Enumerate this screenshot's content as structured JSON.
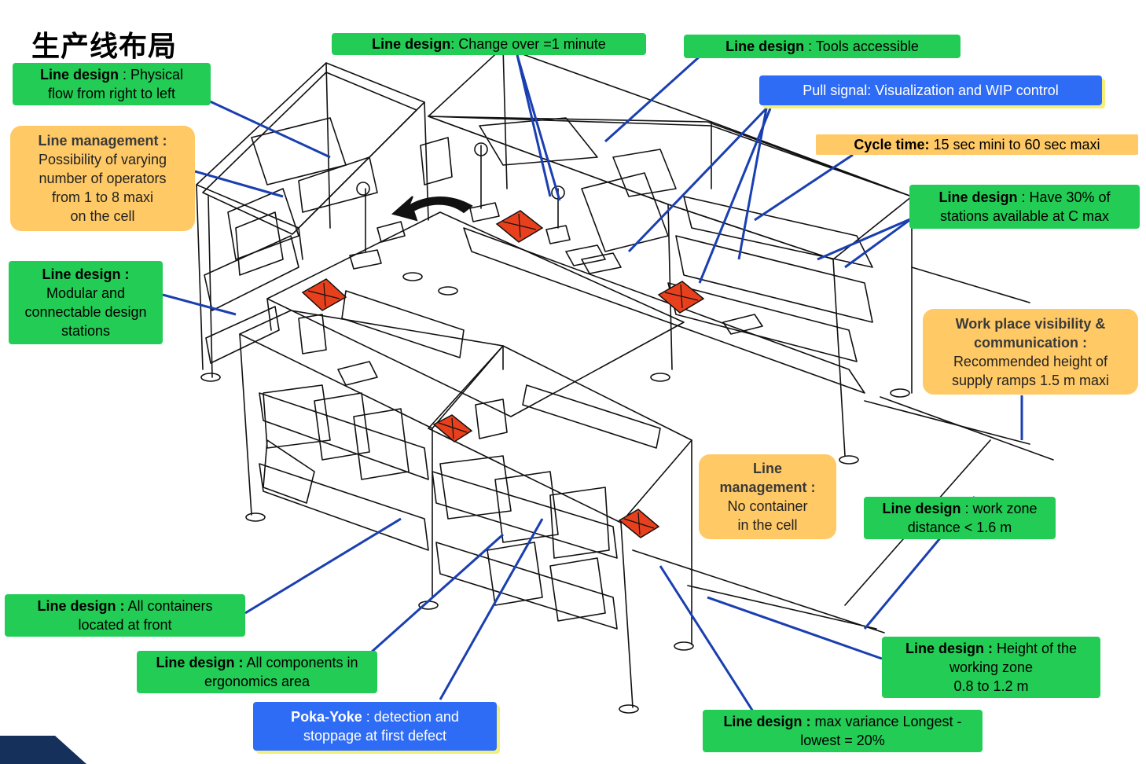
{
  "page_title": "生产线布局",
  "labels": {
    "physical_flow": {
      "bold": "Line design",
      "rest": " : Physical",
      "line2": "flow from right to left"
    },
    "change_over": {
      "bold": "Line design",
      "rest": ": Change over =1 minute"
    },
    "tools_accessible": {
      "bold": "Line design",
      "rest": " : Tools accessible"
    },
    "pull_signal": {
      "text": "Pull signal: Visualization and WIP control"
    },
    "cycle_time": {
      "bold": "Cycle time:",
      "rest": " 15 sec mini to 60 sec maxi"
    },
    "stations_available": {
      "bold": "Line design",
      "rest": " : Have 30% of",
      "line2": "stations available at C max"
    },
    "varying_operators": {
      "bold": "Line management :",
      "line2": "Possibility of varying",
      "line3": "number of operators",
      "line4": "from 1 to 8 maxi",
      "line5": "on the cell"
    },
    "modular": {
      "bold": "Line design :",
      "line2": "Modular and",
      "line3": "connectable design",
      "line4": "stations"
    },
    "visibility": {
      "bold": "Work place visibility &",
      "bold2": "communication :",
      "line3": "Recommended height of",
      "line4": "supply ramps 1.5 m maxi"
    },
    "no_container": {
      "bold": "Line",
      "bold2": "management :",
      "line3": "No container",
      "line4": "in the cell"
    },
    "work_zone": {
      "bold": "Line design",
      "rest": " : work zone",
      "line2": "distance < 1.6 m"
    },
    "containers_front": {
      "bold": "Line design :",
      "rest": " All containers",
      "line2": "located at front"
    },
    "components_ergonomics": {
      "bold": "Line design :",
      "rest": " All components in",
      "line2": "ergonomics area"
    },
    "poka_yoke": {
      "bold": "Poka-Yoke",
      "rest": " : detection and",
      "line2": "stoppage at first defect"
    },
    "max_variance": {
      "bold": "Line design :",
      "rest": " max variance Longest -",
      "line2": "lowest = 20%"
    },
    "height_zone": {
      "bold": "Line design :",
      "rest": " Height of the",
      "line2": "working zone",
      "line3": "0.8 to 1.2 m"
    }
  },
  "colors": {
    "green": "#22cc55",
    "orange": "#ffc966",
    "blue": "#2f6cf5",
    "connector": "#1a3fb0",
    "marker": "#e8401c",
    "corner": "#16305c"
  }
}
